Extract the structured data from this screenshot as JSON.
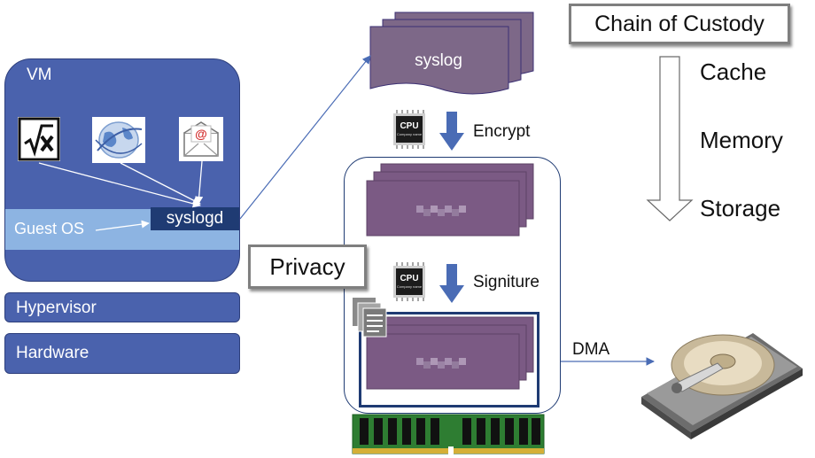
{
  "vm": {
    "label": "VM",
    "guest_os": "Guest OS",
    "syslogd": "syslogd"
  },
  "layers": {
    "hypervisor": "Hypervisor",
    "hardware": "Hardware"
  },
  "syslog": {
    "label": "syslog"
  },
  "chips": {
    "encrypt": "Encrypt",
    "signature": "Signiture",
    "cpu_text": "CPU",
    "company_text": "Company name"
  },
  "dma": {
    "label": "DMA"
  },
  "privacy": {
    "label": "Privacy"
  },
  "chain": {
    "title": "Chain of Custody",
    "levels": [
      "Cache",
      "Memory",
      "Storage"
    ]
  },
  "icons": {
    "vm_apps": [
      "formula-app-icon",
      "globe-app-icon",
      "email-app-icon"
    ],
    "other": [
      "cpu-chip-icon",
      "document-stack-icon",
      "hard-drive-icon",
      "ram-module-icon"
    ]
  },
  "colors": {
    "vm_blue": "#4a62ad",
    "guest_band": "#8db4e2",
    "syslogd_dark": "#1f3b73",
    "syslog_doc": "#7d6888",
    "card_purple": "#7b5a84",
    "arrow_blue": "#4a6cb5",
    "ram_green": "#2e7d32"
  }
}
